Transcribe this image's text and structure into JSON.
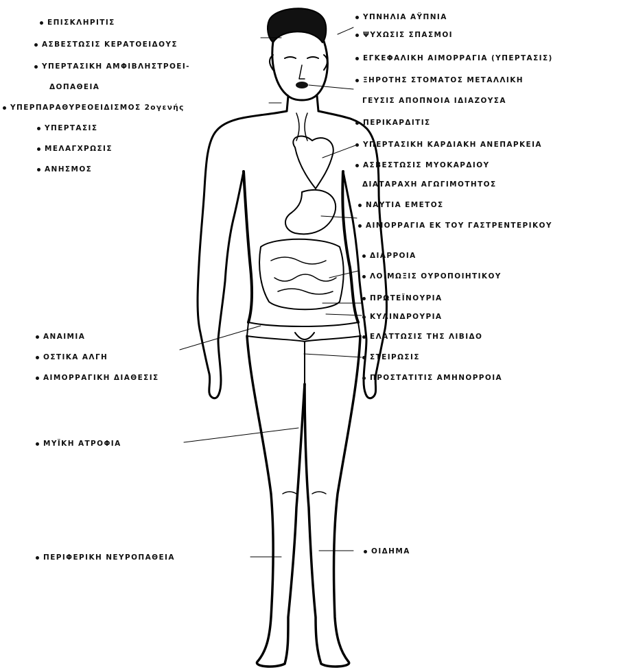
{
  "labels": {
    "l1": "ΕΠΙΣΚΛΗΡΙΤΙΣ",
    "l2": "ΑΣΒΕΣΤΩΣΙΣ ΚΕΡΑΤΟΕΙΔΟΥΣ",
    "l3a": "ΥΠΕΡΤΑΣΙΚΗ ΑΜΦΙΒΛΗΣΤΡΟΕΙ-",
    "l3b": "ΔΟΠΑΘΕΙΑ",
    "l4": "ΥΠΕΡΠΑΡΑΘΥΡΕΟΕΙΔΙΣΜΟΣ 2ογενής",
    "l5": "ΥΠΕΡΤΑΣΙΣ",
    "l6": "ΜΕΛΑΓΧΡΩΣΙΣ",
    "l7": "ΑΝΗΣΜΟΣ",
    "r1": "ΥΠΝΗΛΙΑ  ΑΫΠΝΙΑ",
    "r2": "ΨΥΧΩΣΙΣ  ΣΠΑΣΜΟΙ",
    "r3": "ΕΓΚΕΦΑΛΙΚΗ ΑΙΜΟΡΡΑΓΙΑ (ΥΠΕΡΤΑΣΙΣ)",
    "r4a": "ΞΗΡΟΤΗΣ ΣΤΟΜΑΤΟΣ  ΜΕΤΑΛΛΙΚΗ",
    "r4b": "ΓΕΥΣΙΣ  ΑΠΟΠΝΟΙΑ ΙΔΙΑΖΟΥΣΑ",
    "r5": "ΠΕΡΙΚΑΡΔΙΤΙΣ",
    "r6": "ΥΠΕΡΤΑΣΙΚΗ ΚΑΡΔΙΑΚΗ ΑΝΕΠΑΡΚΕΙΑ",
    "r7a": "ΑΣΒΕΣΤΩΣΙΣ ΜΥΟΚΑΡΔΙΟΥ",
    "r7b": "ΔΙΑΤΑΡΑΧΗ ΑΓΩΓΙΜΟΤΗΤΟΣ",
    "r8": "ΝΑΥΤΙΑ   ΕΜΕΤΟΣ",
    "r9": "ΑΙΜΟΡΡΑΓΙΑ ΕΚ ΤΟΥ ΓΑΣΤΡΕΝΤΕΡΙΚΟΥ",
    "r10": "ΔΙΑΡΡΟΙΑ",
    "r11": "ΛΟΙΜΩΞΙΣ ΟΥΡΟΠΟΙΗΤΙΚΟΥ",
    "r12": "ΠΡΩΤΕΪΝΟΥΡΙΑ",
    "r13": "ΚΥΛΙΝΔΡΟΥΡΙΑ",
    "r14": "ΕΛΑΤΤΩΣΙΣ ΤΗΣ ΛΙΒΙΔΟ",
    "r15": "ΣΤΕΙΡΩΣΙΣ",
    "r16": "ΠΡΟΣΤΑΤΙΤΙΣ ΑΜΗΝΟΡΡΟΙΑ",
    "b1": "ΑΝΑΙΜΙΑ",
    "b2": "ΟΣΤΙΚΑ ΑΛΓΗ",
    "b3": "ΑΙΜΟΡΡΑΓΙΚΗ ΔΙΑΘΕΣΙΣ",
    "b4": "ΜΥΪΚΗ ΑΤΡΟΦΙΑ",
    "b5": "ΠΕΡΙΦΕΡΙΚΗ ΝΕΥΡΟΠΑΘΕΙΑ",
    "b6": "ΟΙΔΗΜΑ"
  }
}
